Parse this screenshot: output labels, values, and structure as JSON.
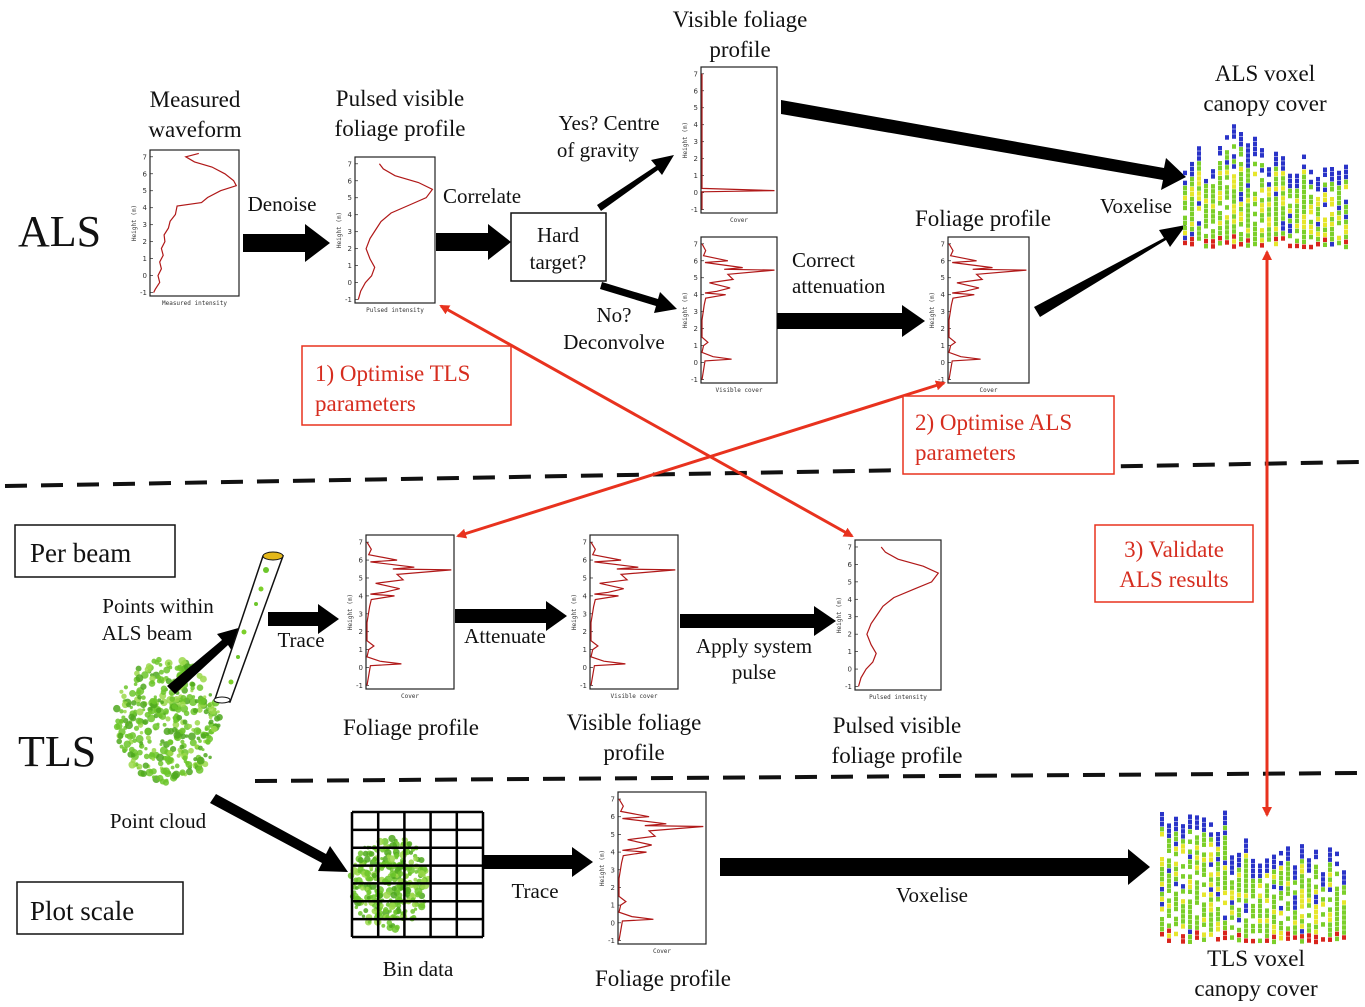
{
  "sections": {
    "als": "ALS",
    "tls": "TLS",
    "per_beam": "Per beam",
    "plot_scale": "Plot scale"
  },
  "als_row": {
    "measured_waveform": [
      "Measured",
      "waveform"
    ],
    "denoise": "Denoise",
    "pulsed_profile": [
      "Pulsed visible",
      "foliage profile"
    ],
    "correlate": "Correlate",
    "hard_target": [
      "Hard",
      "target?"
    ],
    "yes_branch": [
      "Yes? Centre",
      "of gravity"
    ],
    "no_branch": [
      "No?",
      "Deconvolve"
    ],
    "visible_profile": [
      "Visible foliage",
      "profile"
    ],
    "correct_attenuation": [
      "Correct",
      "attenuation"
    ],
    "foliage_profile": "Foliage profile",
    "voxelise": "Voxelise",
    "als_voxel": [
      "ALS voxel",
      "canopy cover"
    ]
  },
  "tls_beam_row": {
    "points_within": [
      "Points within",
      "ALS beam"
    ],
    "trace": "Trace",
    "attenuate": "Attenuate",
    "apply_pulse": [
      "Apply system",
      "pulse"
    ],
    "foliage_profile": "Foliage profile",
    "visible_profile": [
      "Visible foliage",
      "profile"
    ],
    "pulsed_profile": [
      "Pulsed visible",
      "foliage profile"
    ],
    "point_cloud": "Point cloud"
  },
  "tls_plot_row": {
    "trace": "Trace",
    "voxelise": "Voxelise",
    "bin_data": "Bin data",
    "foliage_profile": "Foliage profile",
    "tls_voxel": [
      "TLS voxel",
      "canopy cover"
    ]
  },
  "optimisation": {
    "optimise_tls": [
      "1) Optimise TLS",
      "parameters"
    ],
    "optimise_als": [
      "2) Optimise ALS",
      "parameters"
    ],
    "validate_als": [
      "3) Validate",
      "ALS results"
    ]
  },
  "plot_axes": {
    "y_label": "Height (m)",
    "y_ticks": [
      "-1",
      "0",
      "1",
      "2",
      "3",
      "4",
      "5",
      "6",
      "7"
    ],
    "measured_x": "Measured intensity",
    "pulsed_x": "Pulsed intensity",
    "cover_x": "Cover",
    "visible_cover_x": "Visible cover"
  },
  "colors": {
    "arrow": "#000000",
    "optimise_red": "#e8321e",
    "curve": "#b01818",
    "voxel_blue": "#2a34c8",
    "voxel_green": "#7ccf2a",
    "voxel_yellow": "#e6e62c",
    "voxel_red": "#d8241c",
    "foliage_green": "#6cc62a"
  }
}
